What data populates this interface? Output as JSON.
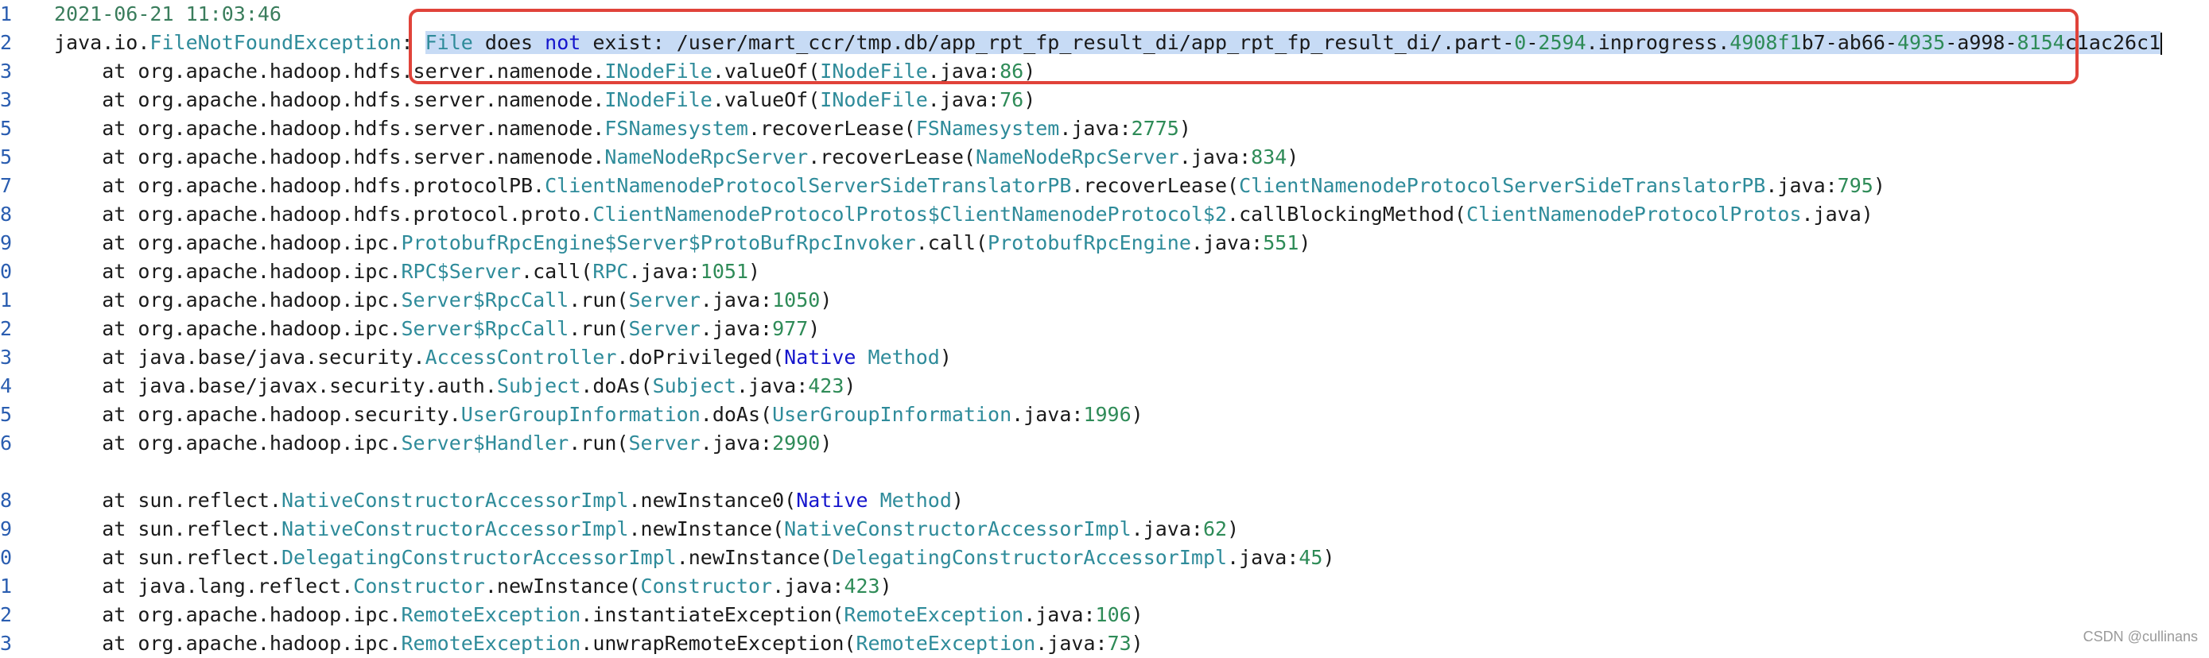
{
  "editor": {
    "lines": [
      {
        "num": "1",
        "tokens": [
          {
            "t": "2021-06-21 11:03:46",
            "c": "date"
          }
        ]
      },
      {
        "num": "2",
        "tokens": [
          {
            "t": "java.io.",
            "c": "plain"
          },
          {
            "t": "FileNotFoundException",
            "c": "class"
          },
          {
            "t": ": ",
            "c": "plain"
          },
          {
            "t": "File",
            "c": "class",
            "sel": true
          },
          {
            "t": " does ",
            "c": "plain",
            "sel": true
          },
          {
            "t": "not",
            "c": "kw",
            "sel": true
          },
          {
            "t": " exist: /user/mart_ccr/tmp.db/app_rpt_fp_result_di/app_rpt_fp_result_di/.part-",
            "c": "plain",
            "sel": true
          },
          {
            "t": "0",
            "c": "num",
            "sel": true
          },
          {
            "t": "-",
            "c": "plain",
            "sel": true
          },
          {
            "t": "2594",
            "c": "num",
            "sel": true
          },
          {
            "t": ".inprogress.",
            "c": "plain",
            "sel": true
          },
          {
            "t": "4908f1",
            "c": "num",
            "sel": true
          },
          {
            "t": "b7-ab66-",
            "c": "plain",
            "sel": true
          },
          {
            "t": "4935",
            "c": "num",
            "sel": true
          },
          {
            "t": "-a998-",
            "c": "plain",
            "sel": true
          },
          {
            "t": "8154",
            "c": "num",
            "sel": true
          },
          {
            "t": "c1ac26c1",
            "c": "plain",
            "sel": true
          }
        ]
      },
      {
        "num": "3",
        "tokens": [
          {
            "t": "    at org.apache.hadoop.hdfs.server.namenode.",
            "c": "plain"
          },
          {
            "t": "INodeFile",
            "c": "class"
          },
          {
            "t": ".valueOf(",
            "c": "plain"
          },
          {
            "t": "INodeFile",
            "c": "class"
          },
          {
            "t": ".java:",
            "c": "plain"
          },
          {
            "t": "86",
            "c": "num"
          },
          {
            "t": ")",
            "c": "plain"
          }
        ]
      },
      {
        "num": "3",
        "tokens": [
          {
            "t": "    at org.apache.hadoop.hdfs.server.namenode.",
            "c": "plain"
          },
          {
            "t": "INodeFile",
            "c": "class"
          },
          {
            "t": ".valueOf(",
            "c": "plain"
          },
          {
            "t": "INodeFile",
            "c": "class"
          },
          {
            "t": ".java:",
            "c": "plain"
          },
          {
            "t": "76",
            "c": "num"
          },
          {
            "t": ")",
            "c": "plain"
          }
        ]
      },
      {
        "num": "5",
        "tokens": [
          {
            "t": "    at org.apache.hadoop.hdfs.server.namenode.",
            "c": "plain"
          },
          {
            "t": "FSNamesystem",
            "c": "class"
          },
          {
            "t": ".recoverLease(",
            "c": "plain"
          },
          {
            "t": "FSNamesystem",
            "c": "class"
          },
          {
            "t": ".java:",
            "c": "plain"
          },
          {
            "t": "2775",
            "c": "num"
          },
          {
            "t": ")",
            "c": "plain"
          }
        ]
      },
      {
        "num": "5",
        "tokens": [
          {
            "t": "    at org.apache.hadoop.hdfs.server.namenode.",
            "c": "plain"
          },
          {
            "t": "NameNodeRpcServer",
            "c": "class"
          },
          {
            "t": ".recoverLease(",
            "c": "plain"
          },
          {
            "t": "NameNodeRpcServer",
            "c": "class"
          },
          {
            "t": ".java:",
            "c": "plain"
          },
          {
            "t": "834",
            "c": "num"
          },
          {
            "t": ")",
            "c": "plain"
          }
        ]
      },
      {
        "num": "7",
        "tokens": [
          {
            "t": "    at org.apache.hadoop.hdfs.protocolPB.",
            "c": "plain"
          },
          {
            "t": "ClientNamenodeProtocolServerSideTranslatorPB",
            "c": "class"
          },
          {
            "t": ".recoverLease(",
            "c": "plain"
          },
          {
            "t": "ClientNamenodeProtocolServerSideTranslatorPB",
            "c": "class"
          },
          {
            "t": ".java:",
            "c": "plain"
          },
          {
            "t": "795",
            "c": "num"
          },
          {
            "t": ")",
            "c": "plain"
          }
        ]
      },
      {
        "num": "8",
        "tokens": [
          {
            "t": "    at org.apache.hadoop.hdfs.protocol.proto.",
            "c": "plain"
          },
          {
            "t": "ClientNamenodeProtocolProtos$ClientNamenodeProtocol$2",
            "c": "class"
          },
          {
            "t": ".callBlockingMethod(",
            "c": "plain"
          },
          {
            "t": "ClientNamenodeProtocolProtos",
            "c": "class"
          },
          {
            "t": ".java)",
            "c": "plain"
          }
        ]
      },
      {
        "num": "9",
        "tokens": [
          {
            "t": "    at org.apache.hadoop.ipc.",
            "c": "plain"
          },
          {
            "t": "ProtobufRpcEngine$Server$ProtoBufRpcInvoker",
            "c": "class"
          },
          {
            "t": ".call(",
            "c": "plain"
          },
          {
            "t": "ProtobufRpcEngine",
            "c": "class"
          },
          {
            "t": ".java:",
            "c": "plain"
          },
          {
            "t": "551",
            "c": "num"
          },
          {
            "t": ")",
            "c": "plain"
          }
        ]
      },
      {
        "num": "0",
        "tokens": [
          {
            "t": "    at org.apache.hadoop.ipc.",
            "c": "plain"
          },
          {
            "t": "RPC$Server",
            "c": "class"
          },
          {
            "t": ".call(",
            "c": "plain"
          },
          {
            "t": "RPC",
            "c": "class"
          },
          {
            "t": ".java:",
            "c": "plain"
          },
          {
            "t": "1051",
            "c": "num"
          },
          {
            "t": ")",
            "c": "plain"
          }
        ]
      },
      {
        "num": "1",
        "tokens": [
          {
            "t": "    at org.apache.hadoop.ipc.",
            "c": "plain"
          },
          {
            "t": "Server$RpcCall",
            "c": "class"
          },
          {
            "t": ".run(",
            "c": "plain"
          },
          {
            "t": "Server",
            "c": "class"
          },
          {
            "t": ".java:",
            "c": "plain"
          },
          {
            "t": "1050",
            "c": "num"
          },
          {
            "t": ")",
            "c": "plain"
          }
        ]
      },
      {
        "num": "2",
        "tokens": [
          {
            "t": "    at org.apache.hadoop.ipc.",
            "c": "plain"
          },
          {
            "t": "Server$RpcCall",
            "c": "class"
          },
          {
            "t": ".run(",
            "c": "plain"
          },
          {
            "t": "Server",
            "c": "class"
          },
          {
            "t": ".java:",
            "c": "plain"
          },
          {
            "t": "977",
            "c": "num"
          },
          {
            "t": ")",
            "c": "plain"
          }
        ]
      },
      {
        "num": "3",
        "tokens": [
          {
            "t": "    at java.base/java.security.",
            "c": "plain"
          },
          {
            "t": "AccessController",
            "c": "class"
          },
          {
            "t": ".doPrivileged(",
            "c": "plain"
          },
          {
            "t": "Native",
            "c": "kw"
          },
          {
            "t": " ",
            "c": "plain"
          },
          {
            "t": "Method",
            "c": "class"
          },
          {
            "t": ")",
            "c": "plain"
          }
        ]
      },
      {
        "num": "4",
        "tokens": [
          {
            "t": "    at java.base/javax.security.auth.",
            "c": "plain"
          },
          {
            "t": "Subject",
            "c": "class"
          },
          {
            "t": ".doAs(",
            "c": "plain"
          },
          {
            "t": "Subject",
            "c": "class"
          },
          {
            "t": ".java:",
            "c": "plain"
          },
          {
            "t": "423",
            "c": "num"
          },
          {
            "t": ")",
            "c": "plain"
          }
        ]
      },
      {
        "num": "5",
        "tokens": [
          {
            "t": "    at org.apache.hadoop.security.",
            "c": "plain"
          },
          {
            "t": "UserGroupInformation",
            "c": "class"
          },
          {
            "t": ".doAs(",
            "c": "plain"
          },
          {
            "t": "UserGroupInformation",
            "c": "class"
          },
          {
            "t": ".java:",
            "c": "plain"
          },
          {
            "t": "1996",
            "c": "num"
          },
          {
            "t": ")",
            "c": "plain"
          }
        ]
      },
      {
        "num": "6",
        "tokens": [
          {
            "t": "    at org.apache.hadoop.ipc.",
            "c": "plain"
          },
          {
            "t": "Server$Handler",
            "c": "class"
          },
          {
            "t": ".run(",
            "c": "plain"
          },
          {
            "t": "Server",
            "c": "class"
          },
          {
            "t": ".java:",
            "c": "plain"
          },
          {
            "t": "2990",
            "c": "num"
          },
          {
            "t": ")",
            "c": "plain"
          }
        ]
      },
      {
        "num": "",
        "tokens": []
      },
      {
        "num": "8",
        "tokens": [
          {
            "t": "    at sun.reflect.",
            "c": "plain"
          },
          {
            "t": "NativeConstructorAccessorImpl",
            "c": "class"
          },
          {
            "t": ".newInstance0(",
            "c": "plain"
          },
          {
            "t": "Native",
            "c": "kw"
          },
          {
            "t": " ",
            "c": "plain"
          },
          {
            "t": "Method",
            "c": "class"
          },
          {
            "t": ")",
            "c": "plain"
          }
        ]
      },
      {
        "num": "9",
        "tokens": [
          {
            "t": "    at sun.reflect.",
            "c": "plain"
          },
          {
            "t": "NativeConstructorAccessorImpl",
            "c": "class"
          },
          {
            "t": ".newInstance(",
            "c": "plain"
          },
          {
            "t": "NativeConstructorAccessorImpl",
            "c": "class"
          },
          {
            "t": ".java:",
            "c": "plain"
          },
          {
            "t": "62",
            "c": "num"
          },
          {
            "t": ")",
            "c": "plain"
          }
        ]
      },
      {
        "num": "0",
        "tokens": [
          {
            "t": "    at sun.reflect.",
            "c": "plain"
          },
          {
            "t": "DelegatingConstructorAccessorImpl",
            "c": "class"
          },
          {
            "t": ".newInstance(",
            "c": "plain"
          },
          {
            "t": "DelegatingConstructorAccessorImpl",
            "c": "class"
          },
          {
            "t": ".java:",
            "c": "plain"
          },
          {
            "t": "45",
            "c": "num"
          },
          {
            "t": ")",
            "c": "plain"
          }
        ]
      },
      {
        "num": "1",
        "tokens": [
          {
            "t": "    at java.lang.reflect.",
            "c": "plain"
          },
          {
            "t": "Constructor",
            "c": "class"
          },
          {
            "t": ".newInstance(",
            "c": "plain"
          },
          {
            "t": "Constructor",
            "c": "class"
          },
          {
            "t": ".java:",
            "c": "plain"
          },
          {
            "t": "423",
            "c": "num"
          },
          {
            "t": ")",
            "c": "plain"
          }
        ]
      },
      {
        "num": "2",
        "tokens": [
          {
            "t": "    at org.apache.hadoop.ipc.",
            "c": "plain"
          },
          {
            "t": "RemoteException",
            "c": "class"
          },
          {
            "t": ".instantiateException(",
            "c": "plain"
          },
          {
            "t": "RemoteException",
            "c": "class"
          },
          {
            "t": ".java:",
            "c": "plain"
          },
          {
            "t": "106",
            "c": "num"
          },
          {
            "t": ")",
            "c": "plain"
          }
        ]
      },
      {
        "num": "3",
        "tokens": [
          {
            "t": "    at org.apache.hadoop.ipc.",
            "c": "plain"
          },
          {
            "t": "RemoteException",
            "c": "class"
          },
          {
            "t": ".unwrapRemoteException(",
            "c": "plain"
          },
          {
            "t": "RemoteException",
            "c": "class"
          },
          {
            "t": ".java:",
            "c": "plain"
          },
          {
            "t": "73",
            "c": "num"
          },
          {
            "t": ")",
            "c": "plain"
          }
        ]
      }
    ]
  },
  "watermark": "CSDN @cullinans",
  "colors": {
    "plain": "#1a1a1a",
    "class": "#2e8b9a",
    "num": "#2e8b57",
    "kw": "#1515cc",
    "date": "#3a7d5c",
    "selection": "#c7dbf5",
    "highlight_border": "#e0433a",
    "line_number": "#2a5db0"
  }
}
